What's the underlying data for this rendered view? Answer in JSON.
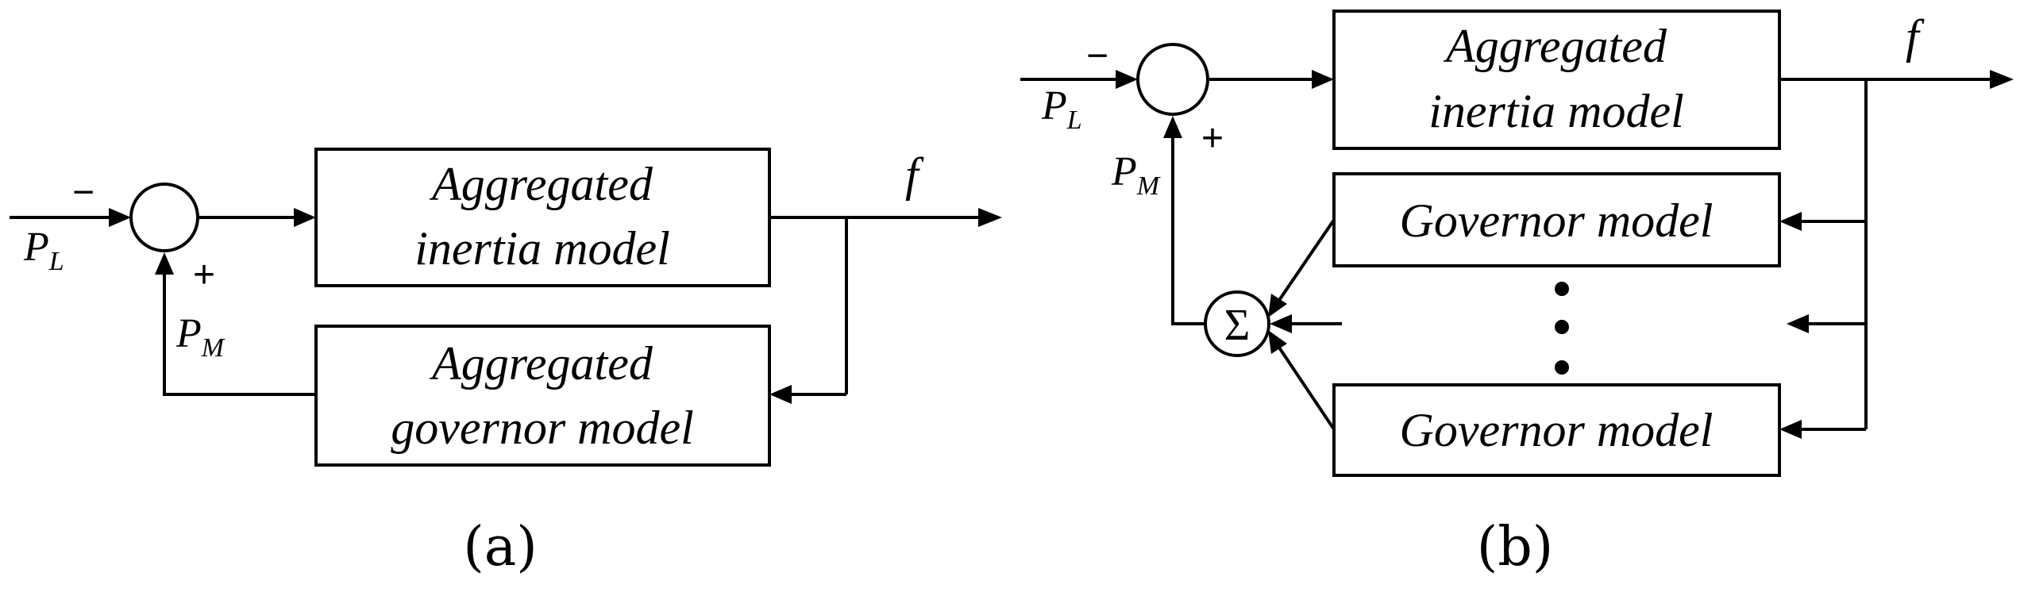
{
  "panel_a": {
    "caption": "(a)",
    "minus_sign": "−",
    "plus_sign": "+",
    "input_label": {
      "main": "P",
      "sub": "L"
    },
    "feedback_label": {
      "main": "P",
      "sub": "M"
    },
    "output_label": "f",
    "inertia_block": {
      "line1": "Aggregated",
      "line2": "inertia model"
    },
    "governor_block": {
      "line1": "Aggregated",
      "line2": "governor model"
    }
  },
  "panel_b": {
    "caption": "(b)",
    "minus_sign": "−",
    "plus_sign": "+",
    "input_label": {
      "main": "P",
      "sub": "L"
    },
    "feedback_label": {
      "main": "P",
      "sub": "M"
    },
    "output_label": "f",
    "inertia_block": {
      "line1": "Aggregated",
      "line2": "inertia model"
    },
    "governor_blocks": [
      "Governor model",
      "Governor model"
    ],
    "sum_symbol": "Σ"
  }
}
